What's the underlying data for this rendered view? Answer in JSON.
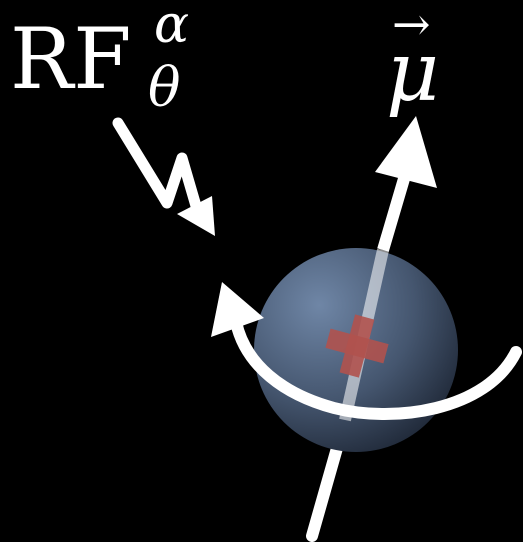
{
  "diagram": {
    "rf_label": {
      "main": "RF",
      "superscript": "α",
      "subscript": "θ"
    },
    "moment_label": {
      "symbol": "μ",
      "vector_arrow": "→"
    },
    "nucleus": {
      "charge_sign": "+"
    },
    "colors": {
      "background": "#000000",
      "foreground": "#ffffff",
      "sphere_light": "#6f86a6",
      "sphere_dark": "#1a2230",
      "charge": "#b0524e"
    }
  }
}
